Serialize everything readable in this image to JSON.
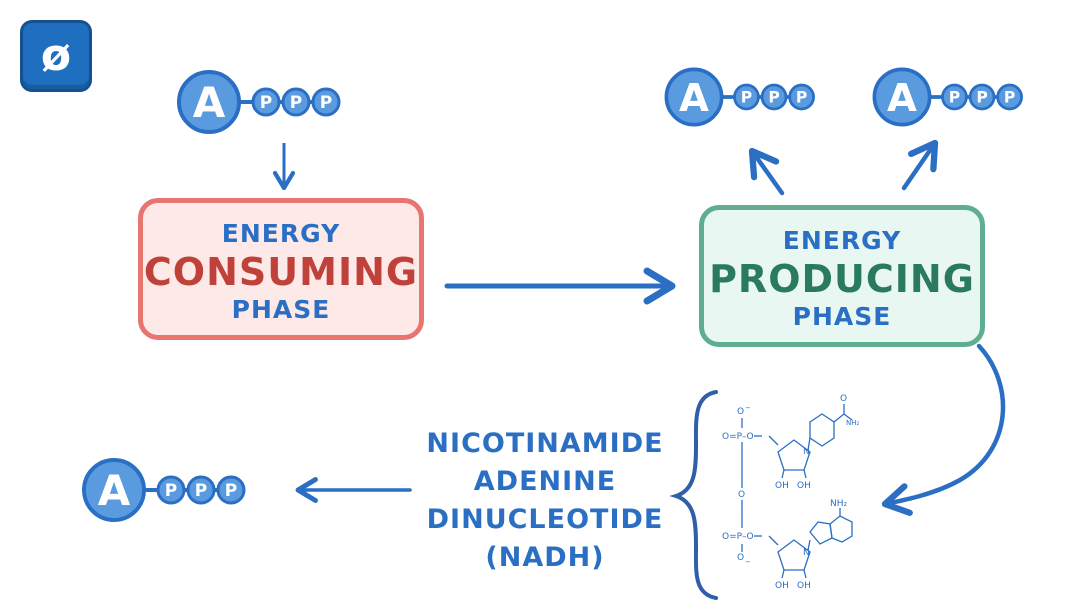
{
  "logo": {
    "symbol": "ø"
  },
  "atp": {
    "adenosine_letter": "A",
    "phosphate_letter": "P",
    "phosphate_count": 3,
    "fill_color": "#5a9be0",
    "stroke_color": "#2a6fc4"
  },
  "consuming_phase": {
    "line1": "ENERGY",
    "line2": "CONSUMING",
    "line3": "PHASE"
  },
  "producing_phase": {
    "line1": "ENERGY",
    "line2": "PRODUCING",
    "line3": "PHASE"
  },
  "nadh": {
    "name_lines": [
      "NICOTINAMIDE",
      "ADENINE",
      "DINUCLEOTIDE",
      "(NADH)"
    ],
    "structure_labels": {
      "phosphate_top": "O",
      "phosphate_top_charge": "−",
      "phosphate_oxygen": "O=P–O",
      "bridge_oxygen": "O",
      "phosphate_bottom": "O=P–O",
      "phosphate_bottom_charge": "−",
      "bottom_o": "O",
      "amide_o": "O",
      "amide_n": "NH₂",
      "ring_n": "N",
      "hydroxyl_1": "OH",
      "hydroxyl_2": "OH",
      "amine": "NH₂",
      "purine_n": "N",
      "hydroxyl_3": "OH",
      "hydroxyl_4": "OH"
    }
  },
  "colors": {
    "arrow": "#2a6fc4",
    "consuming_text": "#c0413a",
    "producing_text": "#2a7a5e"
  }
}
